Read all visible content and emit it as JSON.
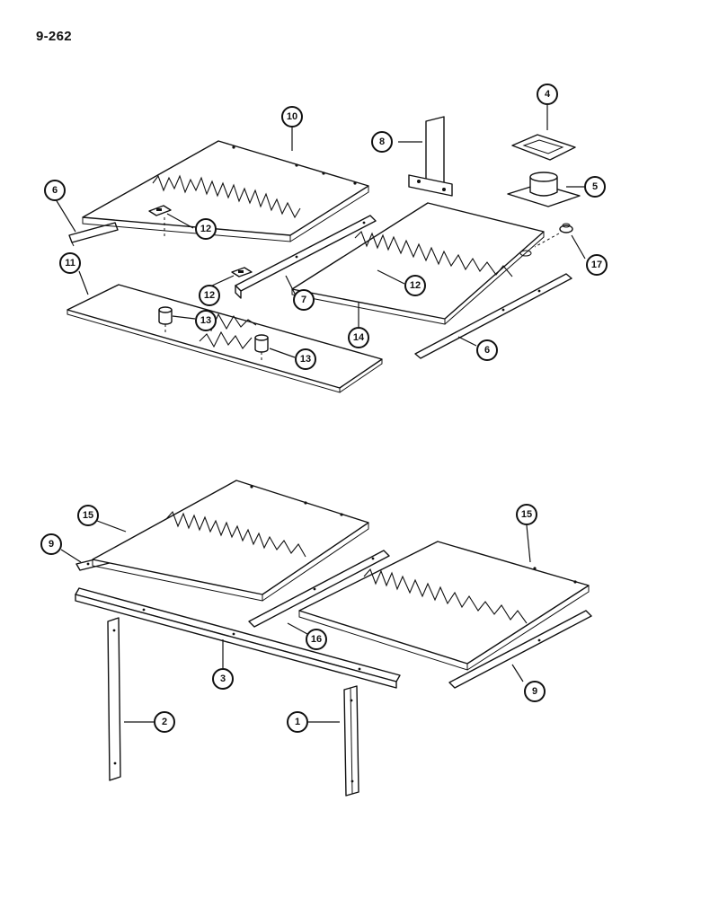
{
  "page": {
    "number": "9-262"
  },
  "callouts": [
    {
      "label": "1"
    },
    {
      "label": "2"
    },
    {
      "label": "3"
    },
    {
      "label": "4"
    },
    {
      "label": "5"
    },
    {
      "label": "6"
    },
    {
      "label": "6"
    },
    {
      "label": "7"
    },
    {
      "label": "8"
    },
    {
      "label": "9"
    },
    {
      "label": "9"
    },
    {
      "label": "10"
    },
    {
      "label": "11"
    },
    {
      "label": "12"
    },
    {
      "label": "12"
    },
    {
      "label": "12"
    },
    {
      "label": "13"
    },
    {
      "label": "13"
    },
    {
      "label": "14"
    },
    {
      "label": "15"
    },
    {
      "label": "15"
    },
    {
      "label": "16"
    },
    {
      "label": "17"
    }
  ]
}
